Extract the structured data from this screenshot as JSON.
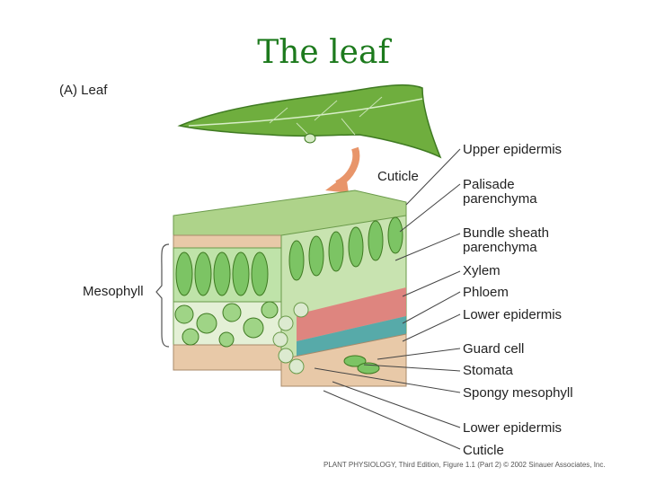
{
  "title": "The leaf",
  "panel_label": "(A)  Leaf",
  "side_label": "Mesophyll",
  "top_label": "Cuticle",
  "right_labels": [
    "Upper epidermis",
    "Palisade\nparenchyma",
    "Bundle sheath\nparenchyma",
    "Xylem",
    "Phloem",
    "Lower epidermis",
    "Guard cell",
    "Stomata",
    "Spongy mesophyll",
    "Lower epidermis",
    "Cuticle"
  ],
  "credit": "PLANT PHYSIOLOGY, Third Edition, Figure 1.1 (Part 2)  © 2002 Sinauer Associates, Inc.",
  "colors": {
    "title": "#1d7a1d",
    "leaf": "#6fae3e",
    "cell_green": "#7cc464",
    "epidermis": "#e8c9a8",
    "xylem": "#e07a7a",
    "phloem": "#4aa3a8"
  }
}
